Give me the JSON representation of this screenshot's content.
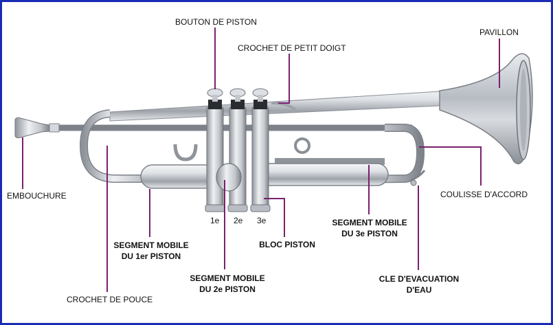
{
  "diagram": {
    "labels": {
      "bouton_piston": "BOUTON DE PISTON",
      "crochet_petit_doigt": "CROCHET DE PETIT DOIGT",
      "pavillon": "PAVILLON",
      "embouchure": "EMBOUCHURE",
      "coulisse_accord": "COULISSE D'ACCORD",
      "segment_1_l1": "SEGMENT MOBILE",
      "segment_1_l2": "DU 1er PISTON",
      "segment_2_l1": "SEGMENT MOBILE",
      "segment_2_l2": "DU 2e PISTON",
      "segment_3_l1": "SEGMENT MOBILE",
      "segment_3_l2": "DU 3e PISTON",
      "bloc_piston": "BLOC PISTON",
      "cle_l1": "CLE D'EVACUATION",
      "cle_l2": "D'EAU",
      "crochet_pouce": "CROCHET DE POUCE"
    },
    "piston_numbers": [
      "1e",
      "2e",
      "3e"
    ],
    "colors": {
      "leader": "#7a1f6e",
      "border": "#1a2bb5",
      "silver": "#c8ccd2"
    }
  }
}
